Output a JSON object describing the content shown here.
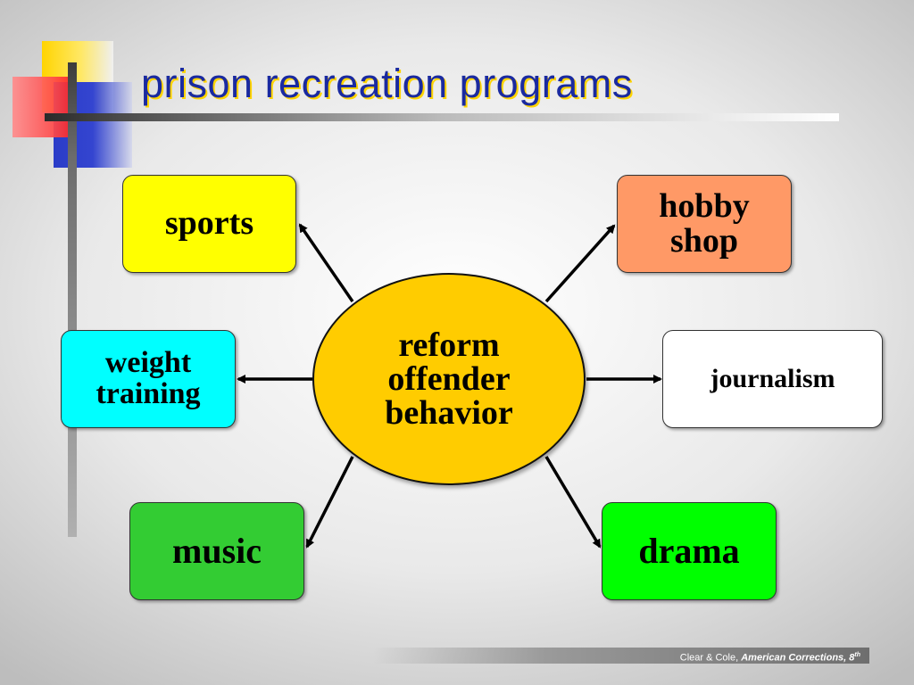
{
  "slide": {
    "title": "prison recreation programs"
  },
  "diagram": {
    "center": {
      "lines": [
        "reform",
        "offender",
        "behavior"
      ]
    },
    "nodes": {
      "sports": {
        "lines": [
          "sports"
        ]
      },
      "hobby_shop": {
        "lines": [
          "hobby",
          "shop"
        ]
      },
      "weight_training": {
        "lines": [
          "weight",
          "training"
        ]
      },
      "journalism": {
        "lines": [
          "journalism"
        ]
      },
      "music": {
        "lines": [
          "music"
        ]
      },
      "drama": {
        "lines": [
          "drama"
        ]
      }
    }
  },
  "colors": {
    "title": "#1a2aa0",
    "title_shadow": "#ffd400",
    "center_fill": "#ffcc00",
    "sports": "#ffff00",
    "hobby_shop": "#ff9966",
    "weight_training": "#00ffff",
    "journalism": "#ffffff",
    "music": "#33cc33",
    "drama": "#00ff00"
  },
  "footer": {
    "authors": "Clear & Cole,",
    "book": "American Corrections, 8",
    "edition_suffix": "th"
  }
}
